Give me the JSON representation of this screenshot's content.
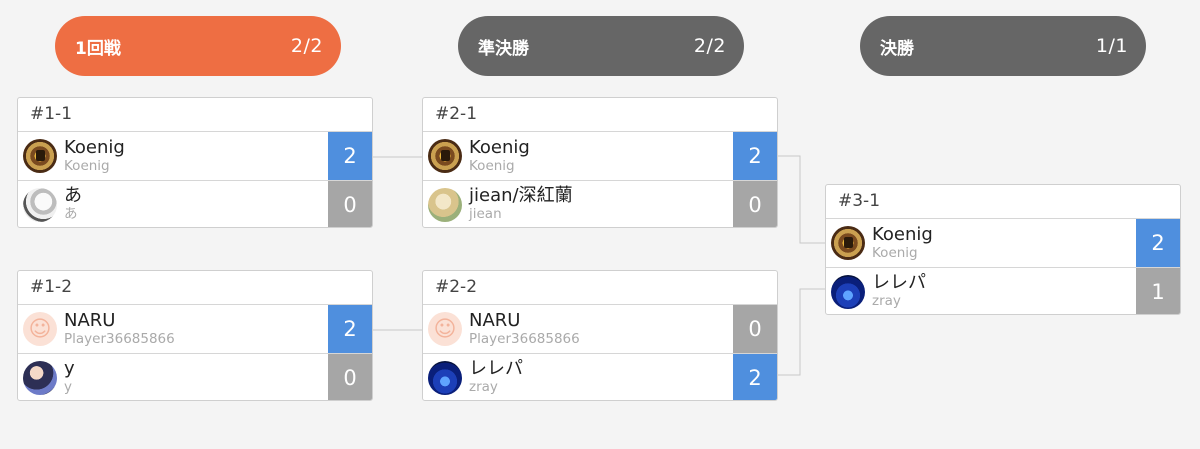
{
  "rounds": [
    {
      "label": "1回戦",
      "count": "2/2",
      "active": true
    },
    {
      "label": "準決勝",
      "count": "2/2",
      "active": false
    },
    {
      "label": "決勝",
      "count": "1/1",
      "active": false
    }
  ],
  "colors": {
    "active_round": "#ee6e43",
    "inactive_round": "#666666",
    "win_score": "#4f8fde",
    "lose_score": "#a6a6a6"
  },
  "matches": [
    {
      "id": "#1-1",
      "players": [
        {
          "name": "Koenig",
          "sub": "Koenig",
          "score": "2",
          "winner": true,
          "avatar": "gold-emblem-avatar"
        },
        {
          "name": "あ",
          "sub": "あ",
          "score": "0",
          "winner": false,
          "avatar": "sketch-avatar"
        }
      ]
    },
    {
      "id": "#1-2",
      "players": [
        {
          "name": "NARU",
          "sub": "Player36685866",
          "score": "2",
          "winner": true,
          "avatar": "default-smile-avatar"
        },
        {
          "name": "y",
          "sub": "y",
          "score": "0",
          "winner": false,
          "avatar": "anime-avatar"
        }
      ]
    },
    {
      "id": "#2-1",
      "players": [
        {
          "name": "Koenig",
          "sub": "Koenig",
          "score": "2",
          "winner": true,
          "avatar": "gold-emblem-avatar"
        },
        {
          "name": "jiean/深紅蘭",
          "sub": "jiean",
          "score": "0",
          "winner": false,
          "avatar": "blond-avatar"
        }
      ]
    },
    {
      "id": "#2-2",
      "players": [
        {
          "name": "NARU",
          "sub": "Player36685866",
          "score": "0",
          "winner": false,
          "avatar": "default-smile-avatar"
        },
        {
          "name": "レレパ",
          "sub": "zray",
          "score": "2",
          "winner": true,
          "avatar": "blue-lights-avatar"
        }
      ]
    },
    {
      "id": "#3-1",
      "players": [
        {
          "name": "Koenig",
          "sub": "Koenig",
          "score": "2",
          "winner": true,
          "avatar": "gold-emblem-avatar"
        },
        {
          "name": "レレパ",
          "sub": "zray",
          "score": "1",
          "winner": false,
          "avatar": "blue-lights-avatar"
        }
      ]
    }
  ]
}
